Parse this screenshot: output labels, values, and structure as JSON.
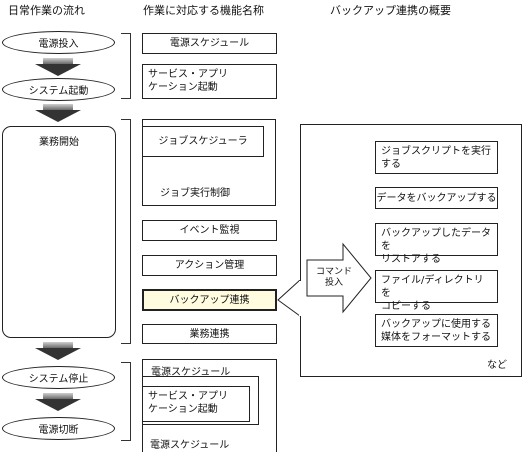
{
  "headers": {
    "daily_flow": "日常作業の流れ",
    "function_names": "作業に対応する機能名称",
    "backup_overview": "バックアップ連携の概要"
  },
  "flow": {
    "power_on": "電源投入",
    "system_start": "システム起動",
    "business_start": "業務開始",
    "system_stop": "システム停止",
    "power_off": "電源切断"
  },
  "functions": {
    "power_schedule_top": "電源スケジュール",
    "service_app_start_top": [
      "サービス・アプリ",
      "ケーション起動"
    ],
    "job_scheduler": "ジョブスケジューラ",
    "job_exec_control": "ジョブ実行制御",
    "event_monitor": "イベント監視",
    "action_mgmt": "アクション管理",
    "backup_link": "バックアップ連携",
    "business_link": "業務連携",
    "power_schedule_mid": "電源スケジュール",
    "service_app_start_bottom": [
      "サービス・アプリ",
      "ケーション起動"
    ],
    "power_schedule_bottom": "電源スケジュール"
  },
  "backup": {
    "command_input": [
      "コマンド",
      "投入"
    ],
    "items": [
      [
        "ジョブスクリプトを実行",
        "する"
      ],
      [
        "データをバックアップする"
      ],
      [
        "バックアップしたデータを",
        "リストアする"
      ],
      [
        "ファイル/ディレクトリを",
        "コピーする"
      ],
      [
        "バックアップに使用する",
        "媒体をフォーマットする"
      ]
    ],
    "etc": "など"
  },
  "colors": {
    "highlight": "#fffce0",
    "arrow_dark": "#333333"
  }
}
